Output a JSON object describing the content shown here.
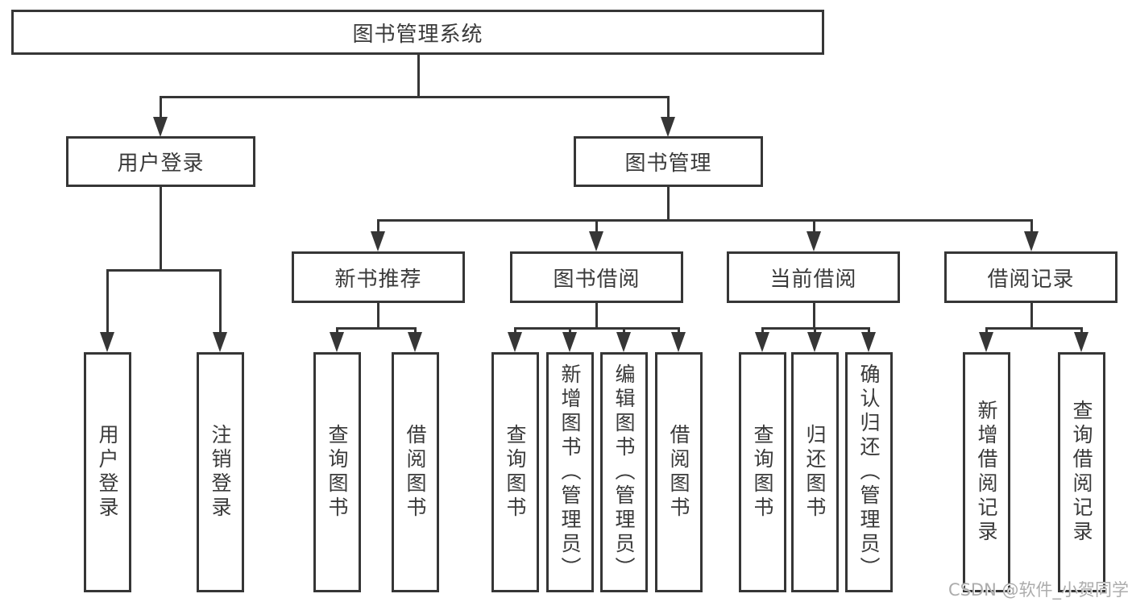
{
  "diagram": {
    "type": "function-structure-tree",
    "line_color": "#363636",
    "text_color": "#3a3a3a",
    "background_color": "#ffffff"
  },
  "tree": {
    "label": "图书管理系统",
    "children": [
      {
        "label": "用户登录",
        "children": [
          {
            "label": "用户登录"
          },
          {
            "label": "注销登录"
          }
        ]
      },
      {
        "label": "图书管理",
        "children": [
          {
            "label": "新书推荐",
            "children": [
              {
                "label": "查询图书"
              },
              {
                "label": "借阅图书"
              }
            ]
          },
          {
            "label": "图书借阅",
            "children": [
              {
                "label": "查询图书"
              },
              {
                "label": "新增图书（管理员）"
              },
              {
                "label": "编辑图书（管理员）"
              },
              {
                "label": "借阅图书"
              }
            ]
          },
          {
            "label": "当前借阅",
            "children": [
              {
                "label": "查询图书"
              },
              {
                "label": "归还图书"
              },
              {
                "label": "确认归还（管理员）"
              }
            ]
          },
          {
            "label": "借阅记录",
            "children": [
              {
                "label": "新增借阅记录"
              },
              {
                "label": "查询借阅记录"
              }
            ]
          }
        ]
      }
    ]
  },
  "watermark": {
    "text": "CSDN @软件_小贺同学",
    "color": "#acacac"
  }
}
